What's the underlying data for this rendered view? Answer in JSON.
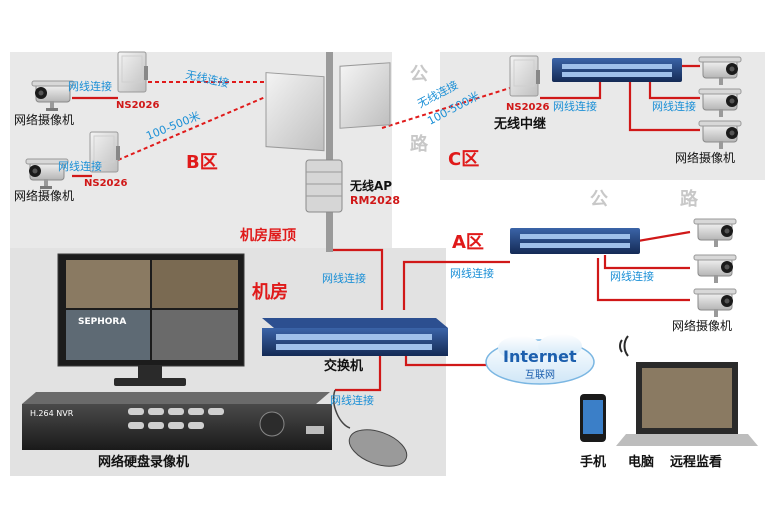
{
  "zones": {
    "b": "B区",
    "c": "C区",
    "a": "A区",
    "room": "机房",
    "roof": "机房屋顶"
  },
  "road": {
    "top_left": "公",
    "top_right": "路",
    "side_top": "公",
    "side_bottom": "路"
  },
  "devices": {
    "cam": "网络摄像机",
    "ns_b_top": "NS2026",
    "ns_b_bottom": "NS2026",
    "ns_c": "NS2026",
    "ap_name": "无线AP",
    "ap_model": "RM2028",
    "relay": "无线中继",
    "switch": "交换机",
    "nvr": "网络硬盘录像机",
    "nvr_badge": "H.264 NVR",
    "phone": "手机",
    "pc": "电脑",
    "remote": "远程监看",
    "monitor_sign": "SEPHORA"
  },
  "links": {
    "wired": "网线连接",
    "wireless": "无线连接",
    "range": "100-500米"
  },
  "internet": {
    "title": "Internet",
    "subtitle": "互联网"
  },
  "colors": {
    "wire": "#d01818",
    "wireless_dash": "#e01a1a",
    "link_text": "#1a8fd6",
    "zone_text": "#e01a1a",
    "panel": "#e7e7e7",
    "switch_body": "#1c3e7a"
  }
}
